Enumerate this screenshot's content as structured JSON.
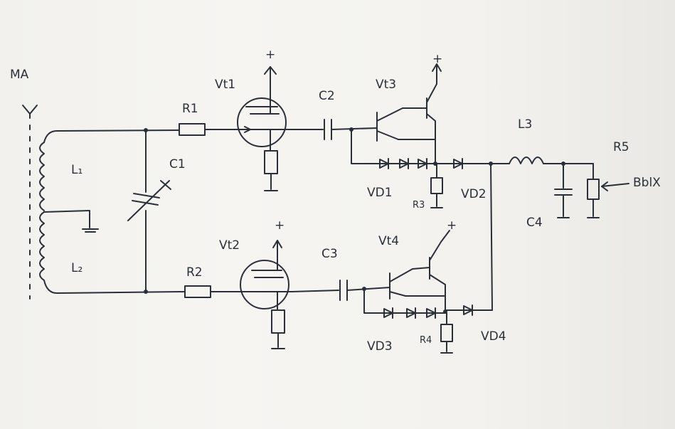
{
  "labels": {
    "ma": "MA",
    "l1": "L₁",
    "l2": "L₂",
    "l3": "L3",
    "c1": "C1",
    "c2": "C2",
    "c3": "C3",
    "c4": "C4",
    "r1": "R1",
    "r2": "R2",
    "r3": "R3",
    "r4": "R4",
    "r5": "R5",
    "vt1": "Vt1",
    "vt2": "Vt2",
    "vt3": "Vt3",
    "vt4": "Vt4",
    "vd1": "VD1",
    "vd2": "VD2",
    "vd3": "VD3",
    "vd4": "VD4",
    "out": "BblX",
    "plus": "+"
  }
}
